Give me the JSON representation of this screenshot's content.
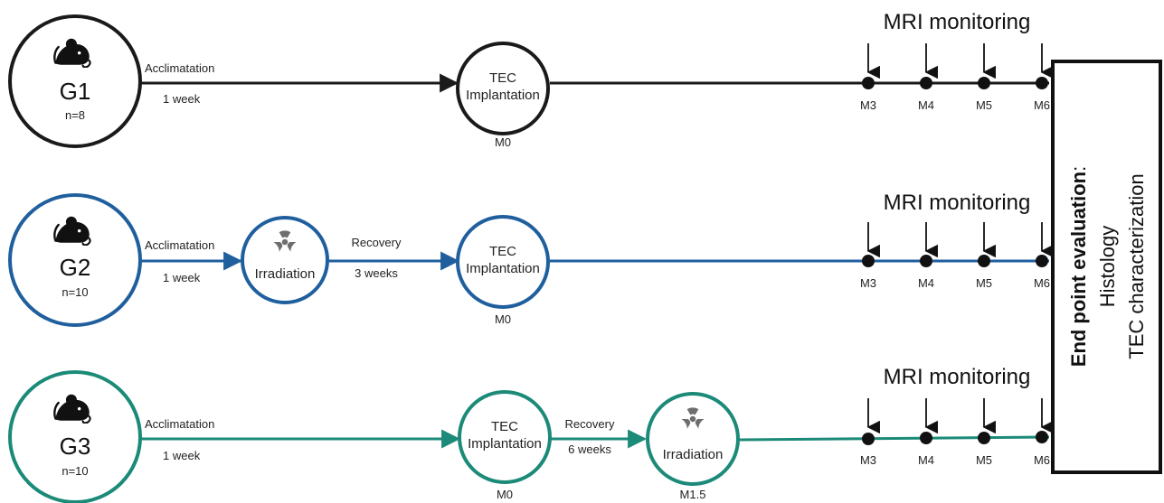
{
  "colors": {
    "g1": "#1a1a1a",
    "g2": "#1f5f9e",
    "g3": "#1b8a78",
    "ink": "#111111",
    "hazard": "#6e6e6e"
  },
  "icons": {
    "animal": "mouse-icon",
    "radiation": "radiation-icon"
  },
  "groups": [
    {
      "name": "G1",
      "n": "n=8",
      "acclimatation": "Acclimatation",
      "acclimatation_duration": "1 week",
      "tec_line1": "TEC",
      "tec_line2": "Implantation",
      "tec_time": "M0",
      "mri_title": "MRI monitoring",
      "timepoints": [
        "M3",
        "M4",
        "M5",
        "M6"
      ]
    },
    {
      "name": "G2",
      "n": "n=10",
      "acclimatation": "Acclimatation",
      "acclimatation_duration": "1 week",
      "irradiation": "Irradiation",
      "recovery": "Recovery",
      "recovery_duration": "3 weeks",
      "tec_line1": "TEC",
      "tec_line2": "Implantation",
      "tec_time": "M0",
      "mri_title": "MRI monitoring",
      "timepoints": [
        "M3",
        "M4",
        "M5",
        "M6"
      ]
    },
    {
      "name": "G3",
      "n": "n=10",
      "acclimatation": "Acclimatation",
      "acclimatation_duration": "1 week",
      "tec_line1": "TEC",
      "tec_line2": "Implantation",
      "tec_time": "M0",
      "recovery": "Recovery",
      "recovery_duration": "6 weeks",
      "irradiation": "Irradiation",
      "irradiation_time": "M1.5",
      "mri_title": "MRI monitoring",
      "timepoints": [
        "M3",
        "M4",
        "M5",
        "M6"
      ]
    }
  ],
  "end_point": {
    "title": "End point evaluation",
    "colon": ":",
    "line2": "Histology",
    "line3": "TEC characterization"
  }
}
